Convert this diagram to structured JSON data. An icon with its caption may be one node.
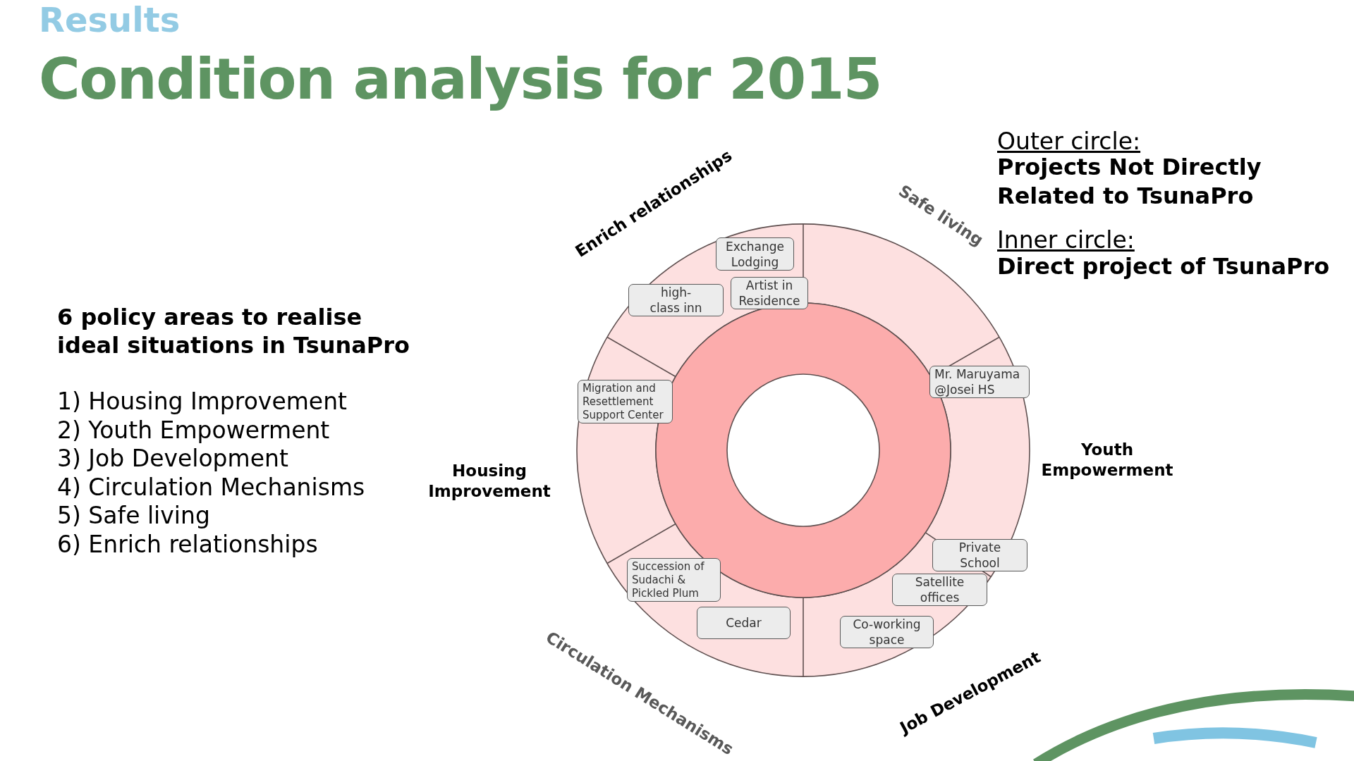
{
  "diagram": {
    "title": "Condition analysis for 2015",
    "nodes": [
      {
        "text": [
          "Exchange Lodging"
        ]
      },
      {
        "text": [
          "high-class inn"
        ]
      },
      {
        "text": [
          "Artist in Residence"
        ]
      },
      {
        "text": [
          "Migration and Resettlement Support Center"
        ]
      },
      {
        "text": [
          "Mr. Maruyama @Josei HS"
        ]
      },
      {
        "text": [
          "Private School"
        ]
      },
      {
        "text": [
          "Succession of Sudachi & Pickled Plum"
        ]
      },
      {
        "text": [
          "Satellite offices"
        ]
      },
      {
        "text": [
          "Cedar"
        ]
      },
      {
        "text": [
          "Co-working space"
        ]
      }
    ],
    "labels": [
      "Results",
      "Outer circle:",
      "Projects Not Directly Related to TsunaPro",
      "Inner circle:",
      "Direct project of TsunaPro",
      "6 policy areas to realise ideal situations in TsunaPro",
      "1) Housing Improvement",
      "2) Youth Empowerment",
      "3) Job Development",
      "4) Circulation Mechanisms",
      "5) Safe living",
      "6) Enrich relationships",
      "Enrich relationships",
      "Safe living",
      "Youth Empowerment",
      "Job Development",
      "Circulation Mechanisms",
      "Housing Improvement"
    ]
  }
}
